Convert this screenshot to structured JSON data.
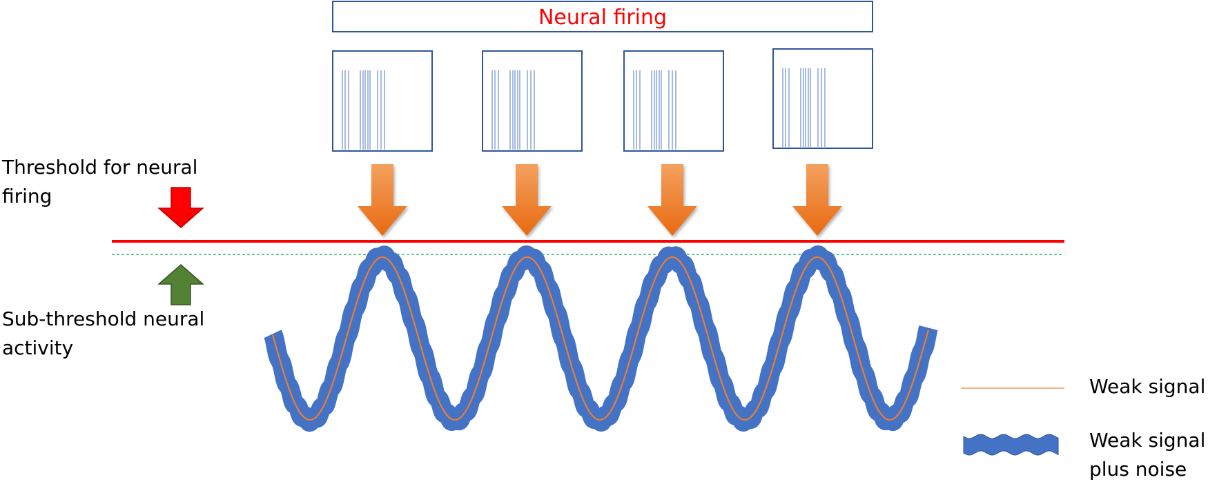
{
  "banner": {
    "text": "Neural firing"
  },
  "labels": {
    "threshold": [
      "Threshold for neural",
      "firing"
    ],
    "subthreshold": [
      "Sub-threshold neural",
      "activity"
    ]
  },
  "legend": {
    "weak_signal": "Weak signal",
    "weak_signal_noise": [
      "Weak signal",
      "plus noise"
    ]
  },
  "peaks": 4,
  "icons": {
    "threshold_marker": "red-down-arrow-icon",
    "subthreshold_marker": "green-up-arrow-icon",
    "firing_trigger": "orange-down-arrow-icon"
  },
  "colors": {
    "threshold_line": "#ff0000",
    "dashed_line": "#00b050",
    "banner_text": "#ff0000",
    "box_border": "#2f5597",
    "spike": "#8faadc",
    "noise_band": "#4472c4",
    "weak_signal": "#ed7d31",
    "red_arrow": "#ff0000",
    "green_arrow": "#548235",
    "orange_arrow": "#ed7d31"
  }
}
